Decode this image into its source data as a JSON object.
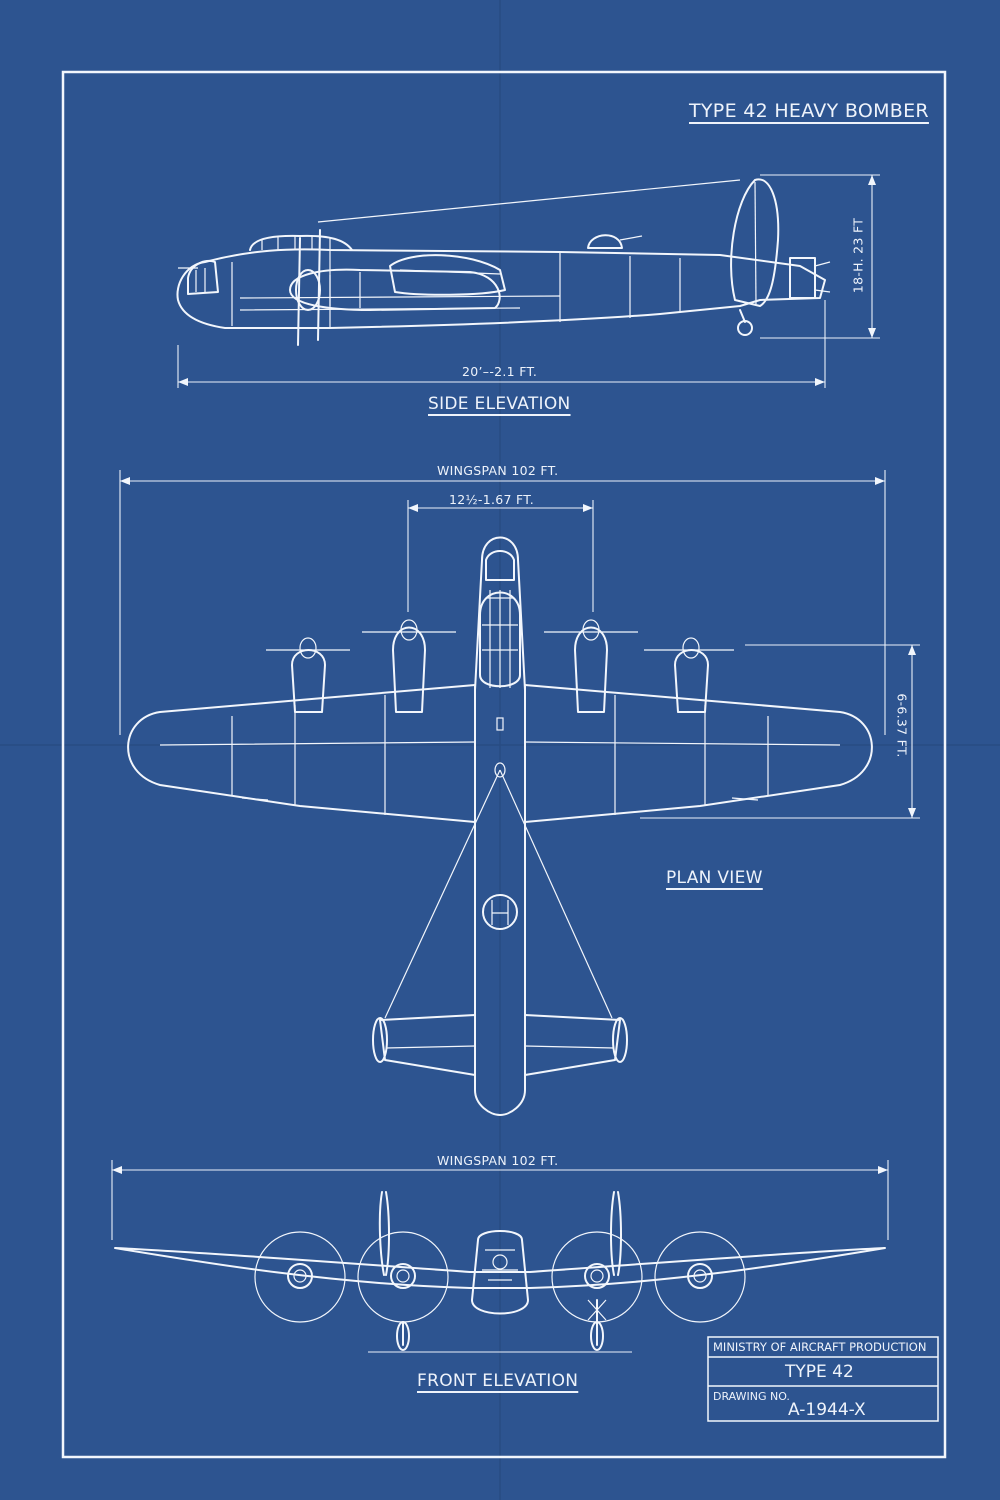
{
  "title": "TYPE 42 HEAVY BOMBER",
  "side_elevation": {
    "label": "SIDE ELEVATION",
    "length_dim": "20’–-2.1 FT.",
    "height_dim": "18-H. 23 FT"
  },
  "plan_view": {
    "label": "PLAN VIEW",
    "wingspan_dim": "WINGSPAN 102 FT.",
    "engine_spacing_dim": "12½-1.67 FT.",
    "chord_dim": "6-6.37 FT."
  },
  "front_elevation": {
    "label": "FRONT ELEVATION",
    "wingspan_dim": "WINGSPAN 102 FT."
  },
  "title_block": {
    "authority": "MINISTRY OF AIRCRAFT PRODUCTION",
    "type": "TYPE 42",
    "drawing_no_label": "DRAWING NO.",
    "drawing_no": "A-1944-X"
  },
  "colors": {
    "paper": "#2d5490",
    "ink": "#f2f6fc"
  }
}
